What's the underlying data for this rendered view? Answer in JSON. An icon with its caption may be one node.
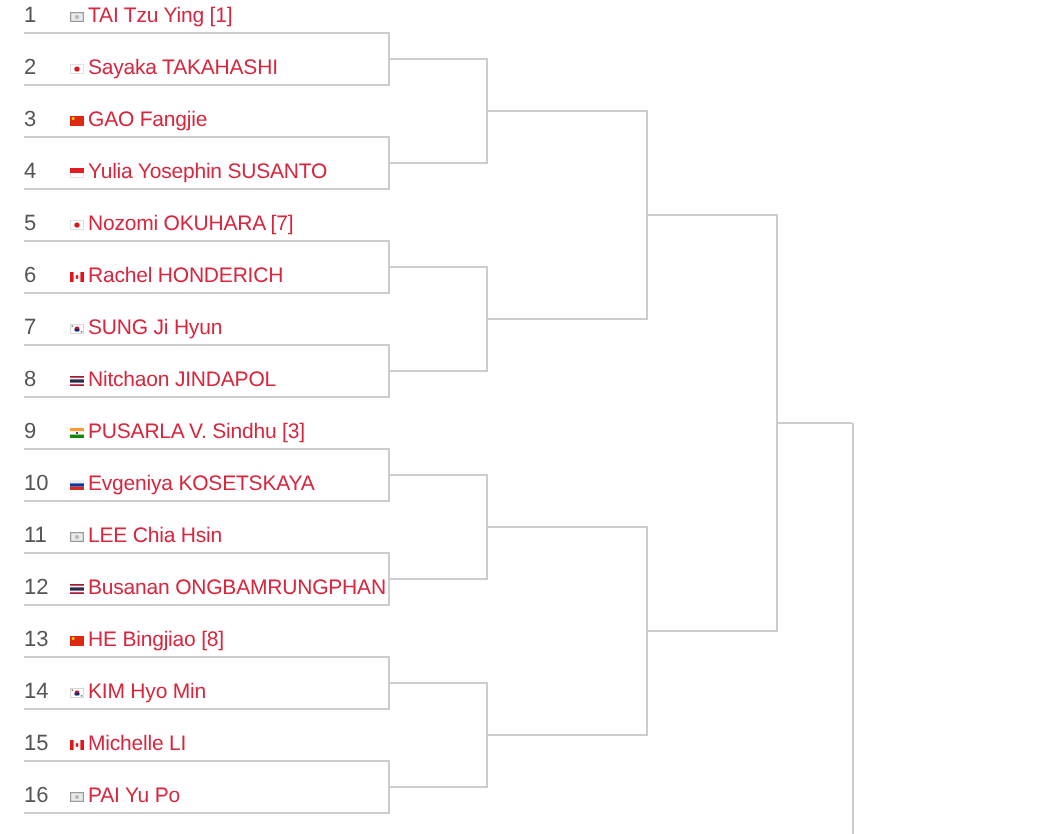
{
  "diagram": {
    "nodes": [
      {
        "text": [
          "1",
          "TAI Tzu Ying [1]"
        ]
      },
      {
        "text": [
          "2",
          "Sayaka TAKAHASHI"
        ]
      },
      {
        "text": [
          "3",
          "GAO Fangjie"
        ]
      },
      {
        "text": [
          "4",
          "Yulia Yosephin SUSANTO"
        ]
      },
      {
        "text": [
          "5",
          "Nozomi OKUHARA [7]"
        ]
      },
      {
        "text": [
          "6",
          "Rachel HONDERICH"
        ]
      },
      {
        "text": [
          "7",
          "SUNG Ji Hyun"
        ]
      },
      {
        "text": [
          "8",
          "Nitchaon JINDAPOL"
        ]
      },
      {
        "text": [
          "9",
          "PUSARLA V. Sindhu [3]"
        ]
      },
      {
        "text": [
          "10",
          "Evgeniya KOSETSKAYA"
        ]
      },
      {
        "text": [
          "11",
          "LEE Chia Hsin"
        ]
      },
      {
        "text": [
          "12",
          "Busanan ONGBAMRUNGPHAN"
        ]
      },
      {
        "text": [
          "13",
          "HE Bingjiao [8]"
        ]
      },
      {
        "text": [
          "14",
          "KIM Hyo Min"
        ]
      },
      {
        "text": [
          "15",
          "Michelle LI"
        ]
      },
      {
        "text": [
          "16",
          "PAI Yu Po"
        ]
      },
      {
        "text": [],
        "shape": "line"
      },
      {
        "text": [],
        "shape": "line"
      },
      {
        "text": [],
        "shape": "line"
      },
      {
        "text": [],
        "shape": "line"
      },
      {
        "text": [],
        "shape": "line"
      },
      {
        "text": [],
        "shape": "line"
      },
      {
        "text": [],
        "shape": "line"
      },
      {
        "text": [],
        "shape": "line"
      },
      {
        "text": [],
        "shape": "line"
      },
      {
        "text": [],
        "shape": "line"
      },
      {
        "text": [],
        "shape": "line"
      },
      {
        "text": [],
        "shape": "line"
      },
      {
        "text": [],
        "shape": "line"
      },
      {
        "text": [],
        "shape": "line"
      },
      {
        "text": [],
        "shape": "line"
      }
    ],
    "edges": [
      {
        "from": 0,
        "to": 16,
        "arrow": "none"
      },
      {
        "from": 1,
        "to": 16,
        "arrow": "none"
      },
      {
        "from": 2,
        "to": 17,
        "arrow": "none"
      },
      {
        "from": 3,
        "to": 17,
        "arrow": "none"
      },
      {
        "from": 4,
        "to": 18,
        "arrow": "none"
      },
      {
        "from": 5,
        "to": 18,
        "arrow": "none"
      },
      {
        "from": 6,
        "to": 19,
        "arrow": "none"
      },
      {
        "from": 7,
        "to": 19,
        "arrow": "none"
      },
      {
        "from": 8,
        "to": 20,
        "arrow": "none"
      },
      {
        "from": 9,
        "to": 20,
        "arrow": "none"
      },
      {
        "from": 10,
        "to": 21,
        "arrow": "none"
      },
      {
        "from": 11,
        "to": 21,
        "arrow": "none"
      },
      {
        "from": 12,
        "to": 22,
        "arrow": "none"
      },
      {
        "from": 13,
        "to": 22,
        "arrow": "none"
      },
      {
        "from": 14,
        "to": 23,
        "arrow": "none"
      },
      {
        "from": 15,
        "to": 23,
        "arrow": "none"
      },
      {
        "from": 16,
        "to": 24,
        "arrow": "none"
      },
      {
        "from": 17,
        "to": 24,
        "arrow": "none"
      },
      {
        "from": 18,
        "to": 25,
        "arrow": "none"
      },
      {
        "from": 19,
        "to": 25,
        "arrow": "none"
      },
      {
        "from": 20,
        "to": 26,
        "arrow": "none"
      },
      {
        "from": 21,
        "to": 26,
        "arrow": "none"
      },
      {
        "from": 22,
        "to": 27,
        "arrow": "none"
      },
      {
        "from": 23,
        "to": 27,
        "arrow": "none"
      },
      {
        "from": 24,
        "to": 28,
        "arrow": "none"
      },
      {
        "from": 25,
        "to": 28,
        "arrow": "none"
      },
      {
        "from": 26,
        "to": 29,
        "arrow": "none"
      },
      {
        "from": 27,
        "to": 29,
        "arrow": "none"
      },
      {
        "from": 28,
        "to": 30,
        "arrow": "none"
      },
      {
        "from": 29,
        "to": 30,
        "arrow": "none"
      },
      {
        "from": 30,
        "to": null,
        "arrow": "none"
      }
    ]
  }
}
